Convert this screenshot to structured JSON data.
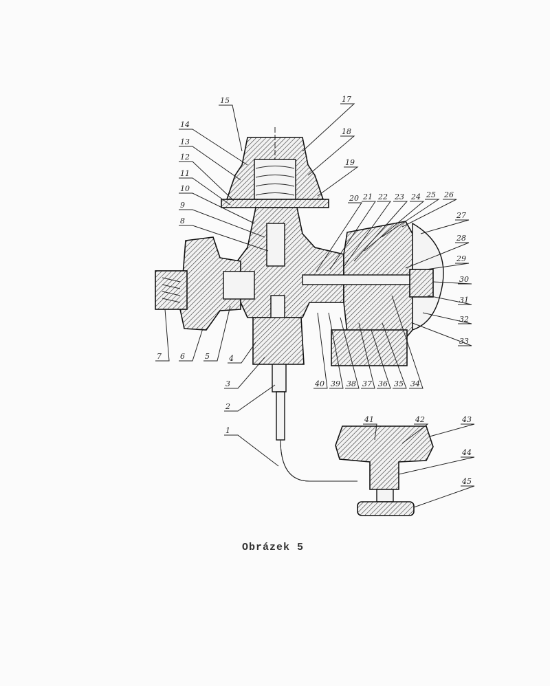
{
  "figure": {
    "caption": "Obrázek 5",
    "part_labels": [
      "1",
      "2",
      "3",
      "4",
      "5",
      "6",
      "7",
      "8",
      "9",
      "10",
      "11",
      "12",
      "13",
      "14",
      "15",
      "17",
      "18",
      "19",
      "20",
      "21",
      "22",
      "23",
      "24",
      "25",
      "26",
      "27",
      "28",
      "29",
      "30",
      "31",
      "32",
      "33",
      "34",
      "35",
      "36",
      "37",
      "38",
      "39",
      "40",
      "41",
      "42",
      "43",
      "44",
      "45"
    ]
  }
}
